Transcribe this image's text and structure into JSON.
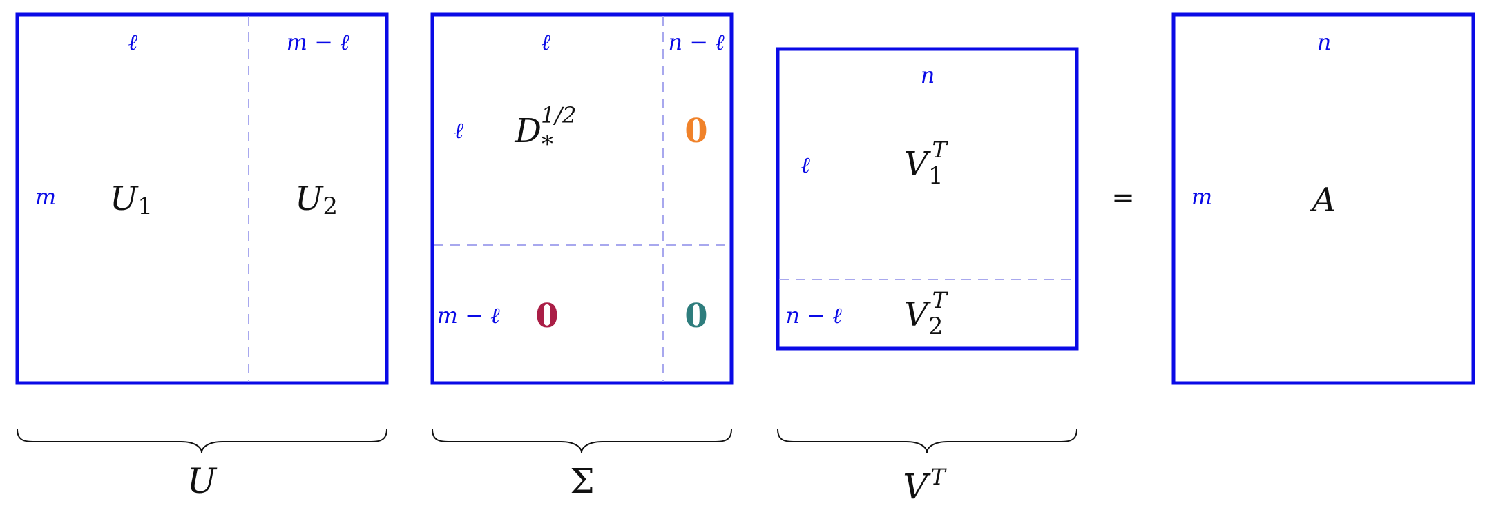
{
  "colors": {
    "border": "#0a0ae6",
    "dimension_label": "#0a0ae6",
    "divider": "#a8a8ee",
    "zero_top_right": "#f0822a",
    "zero_bottom_left": "#aa1e46",
    "zero_bottom_right": "#2e7d7d"
  },
  "symbols": {
    "ell": "ℓ",
    "m": "m",
    "n": "n",
    "m_minus_ell": "m − ℓ",
    "n_minus_ell": "n − ℓ",
    "zero": "0",
    "equals": "="
  },
  "matrix_U": {
    "col_labels": [
      "ℓ",
      "m − ℓ"
    ],
    "row_label": "m",
    "blocks": [
      {
        "base": "U",
        "sub": "1"
      },
      {
        "base": "U",
        "sub": "2"
      }
    ],
    "under_label": "U"
  },
  "matrix_Sigma": {
    "col_labels": [
      "ℓ",
      "n − ℓ"
    ],
    "row_labels": [
      "ℓ",
      "m − ℓ"
    ],
    "top_left": {
      "base": "D",
      "sub": "*",
      "sup": "1/2"
    },
    "top_right": "0",
    "bottom_left": "0",
    "bottom_right": "0",
    "under_label": "Σ"
  },
  "matrix_VT": {
    "col_label": "n",
    "row_labels": [
      "ℓ",
      "n − ℓ"
    ],
    "blocks": [
      {
        "base": "V",
        "sub": "1",
        "sup": "T"
      },
      {
        "base": "V",
        "sub": "2",
        "sup": "T"
      }
    ],
    "under_label": {
      "base": "V",
      "sup": "T"
    }
  },
  "matrix_A": {
    "col_label": "n",
    "row_label": "m",
    "block": "A"
  }
}
